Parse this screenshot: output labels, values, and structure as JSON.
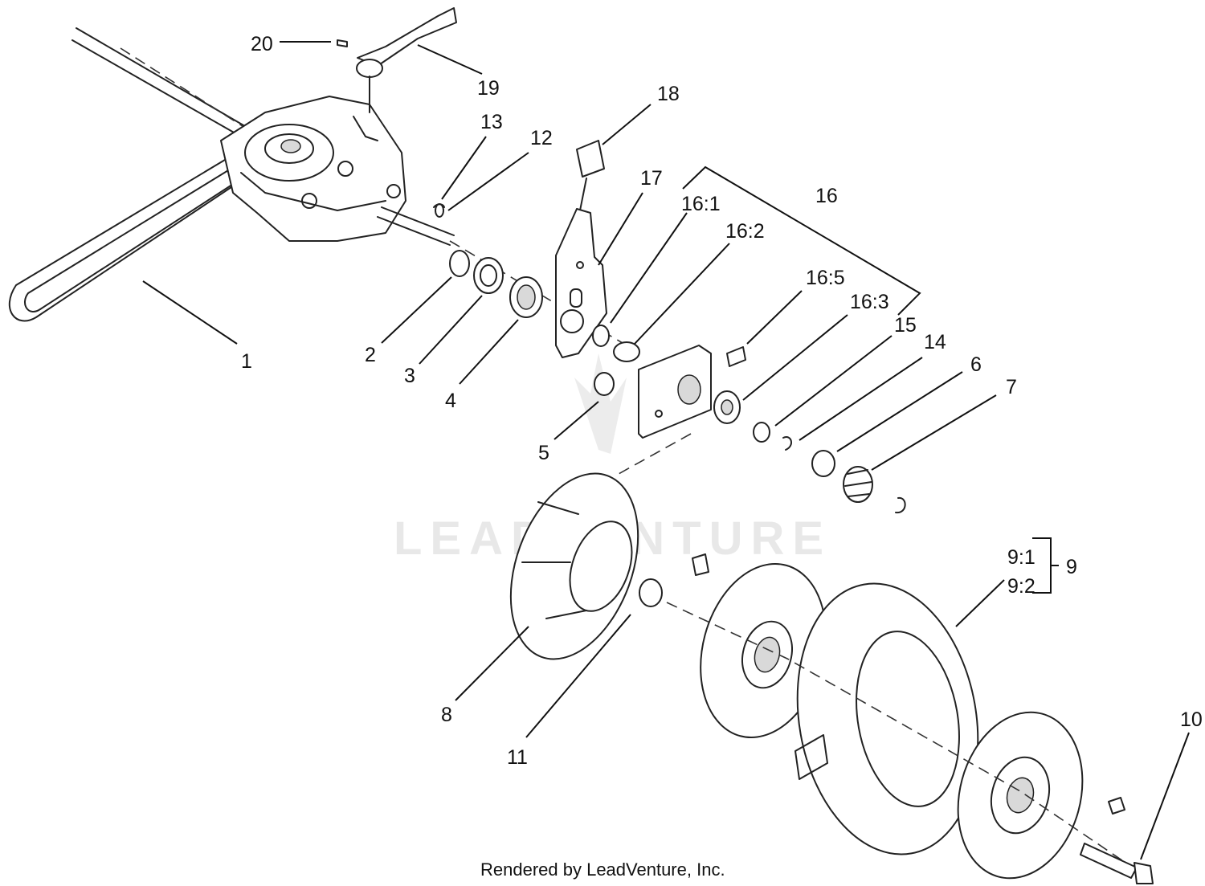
{
  "watermark": "LEADVENTURE",
  "footer": "Rendered by LeadVenture, Inc.",
  "callouts": {
    "c1": "1",
    "c2": "2",
    "c3": "3",
    "c4": "4",
    "c5": "5",
    "c6": "6",
    "c7": "7",
    "c8": "8",
    "c9": "9",
    "c9_1": "9:1",
    "c9_2": "9:2",
    "c10": "10",
    "c11": "11",
    "c12": "12",
    "c13": "13",
    "c14": "14",
    "c15": "15",
    "c16": "16",
    "c16_1": "16:1",
    "c16_2": "16:2",
    "c16_3": "16:3",
    "c16_5": "16:5",
    "c17": "17",
    "c18": "18",
    "c19": "19",
    "c20": "20"
  }
}
